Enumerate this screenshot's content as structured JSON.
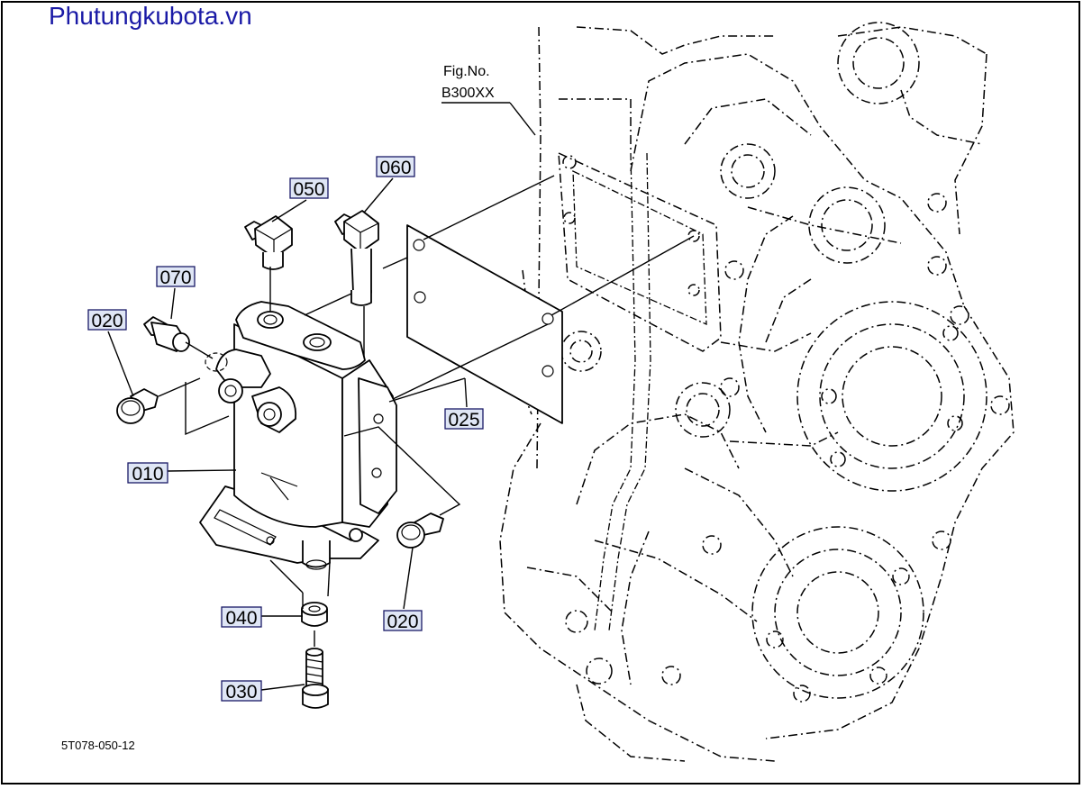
{
  "header": {
    "site_name": "Phutungkubota.vn"
  },
  "figure_ref": {
    "line1": "Fig.No.",
    "line2": "B300XX"
  },
  "part_labels": {
    "p050": "050",
    "p060": "060",
    "p070": "070",
    "p020_left": "020",
    "p010": "010",
    "p025": "025",
    "p040": "040",
    "p030": "030",
    "p020_right": "020"
  },
  "diagram_code": "5T078-050-12"
}
